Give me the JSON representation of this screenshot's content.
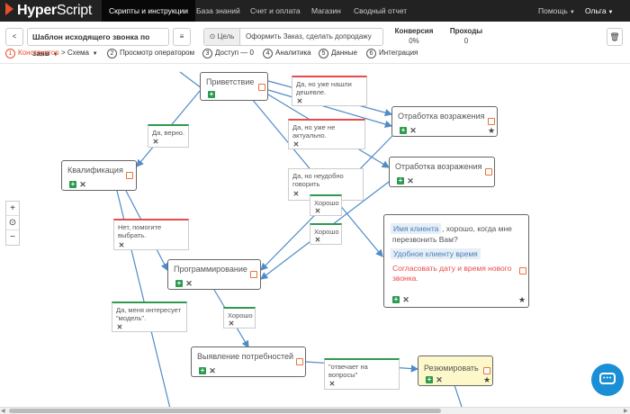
{
  "nav": {
    "logo_bold": "Hyper",
    "logo_thin": "Script",
    "links": [
      "Скрипты и инструкции",
      "База знаний",
      "Счет и оплата",
      "Магазин",
      "Сводный отчет"
    ],
    "help": "Помощь",
    "user": "Ольга"
  },
  "toolbar": {
    "back": "<",
    "script_name": "Шаблон исходящего звонка по заяв",
    "menu": "≡",
    "goal_label": "Цель",
    "goal_value": "Оформить Заказ, сделать допродажу",
    "conversion_label": "Конверсия",
    "conversion_value": "0%",
    "passes_label": "Проходы",
    "passes_value": "0",
    "trash": "🗑"
  },
  "steps": [
    {
      "n": "1",
      "label": "Конструктор"
    },
    {
      "sep": ">",
      "label": "Схема"
    },
    {
      "n": "2",
      "label": "Просмотр оператором"
    },
    {
      "n": "3",
      "label": "Доступ — 0"
    },
    {
      "n": "4",
      "label": "Аналитика"
    },
    {
      "n": "5",
      "label": "Данные"
    },
    {
      "n": "6",
      "label": "Интеграция"
    }
  ],
  "nodes": {
    "greeting": "Приветствие",
    "qualification": "Квалификация",
    "objection1": "Отработка возражения",
    "objection2": "Отработка возражения",
    "programming": "Программирование",
    "needs": "Выявление потребностей",
    "summarize": "Резюмировать",
    "callback": {
      "chip1": "Имя клиента",
      "text1": ", хорошо, когда мне",
      "text2": "перезвонить Вам?",
      "chip2": "Удобное клиенту время",
      "red1": "Согласовать дату и время нового",
      "red2": "звонка."
    }
  },
  "responses": {
    "yes_cheaper": [
      "Да, но уже нашли",
      "дешевле."
    ],
    "yes_not_relevant": [
      "Да, но уже не",
      "актуально."
    ],
    "yes_inconvenient": [
      "Да, но неудобно",
      "говорить"
    ],
    "yes_right": [
      "Да, верно."
    ],
    "ok1": [
      "Хорошо"
    ],
    "ok2": [
      "Хорошо"
    ],
    "ok3": [
      "Хорошо"
    ],
    "no_help": [
      "Нет, помогите",
      "выбрать."
    ],
    "model_interest": [
      "Да, меня интересует",
      "\"модель\"."
    ],
    "answers_questions": [
      "\"отвечает на",
      "вопросы\""
    ]
  },
  "zoom": {
    "in": "+",
    "reset": "⊙",
    "out": "−"
  },
  "colors": {
    "accent": "#e84e2b",
    "green": "#2e9a4f",
    "red": "#e84b4b",
    "link": "#4f8bc9",
    "chat": "#1a8fd6"
  }
}
